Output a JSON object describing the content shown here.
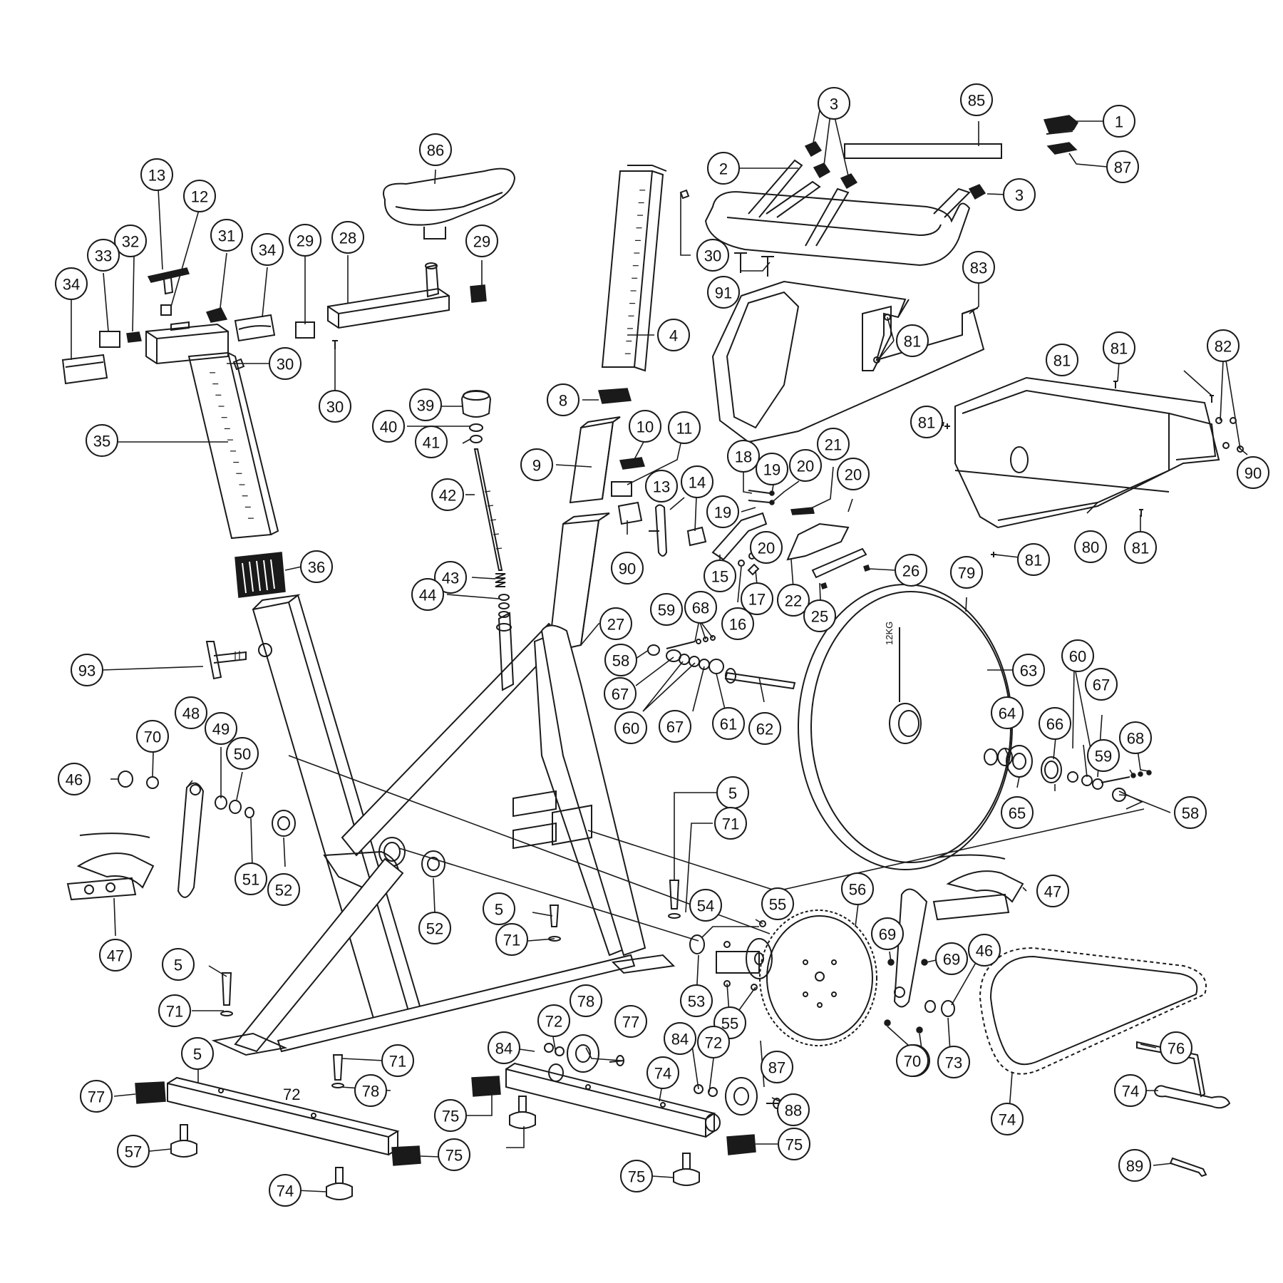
{
  "labels": [
    {
      "n": "1"
    },
    {
      "n": "2"
    },
    {
      "n": "3"
    },
    {
      "n": "3"
    },
    {
      "n": "85"
    },
    {
      "n": "87"
    },
    {
      "n": "13"
    },
    {
      "n": "12"
    },
    {
      "n": "86"
    },
    {
      "n": "32"
    },
    {
      "n": "33"
    },
    {
      "n": "31"
    },
    {
      "n": "34"
    },
    {
      "n": "29"
    },
    {
      "n": "28"
    },
    {
      "n": "29"
    },
    {
      "n": "34"
    },
    {
      "n": "30"
    },
    {
      "n": "30"
    },
    {
      "n": "35"
    },
    {
      "n": "30"
    },
    {
      "n": "91"
    },
    {
      "n": "83"
    },
    {
      "n": "4"
    },
    {
      "n": "81"
    },
    {
      "n": "81"
    },
    {
      "n": "81"
    },
    {
      "n": "82"
    },
    {
      "n": "81"
    },
    {
      "n": "90"
    },
    {
      "n": "80"
    },
    {
      "n": "81"
    },
    {
      "n": "81"
    },
    {
      "n": "39"
    },
    {
      "n": "8"
    },
    {
      "n": "40"
    },
    {
      "n": "41"
    },
    {
      "n": "10"
    },
    {
      "n": "11"
    },
    {
      "n": "9"
    },
    {
      "n": "42"
    },
    {
      "n": "13"
    },
    {
      "n": "14"
    },
    {
      "n": "18"
    },
    {
      "n": "19"
    },
    {
      "n": "20"
    },
    {
      "n": "21"
    },
    {
      "n": "20"
    },
    {
      "n": "19"
    },
    {
      "n": "36"
    },
    {
      "n": "90"
    },
    {
      "n": "15"
    },
    {
      "n": "20"
    },
    {
      "n": "43"
    },
    {
      "n": "44"
    },
    {
      "n": "16"
    },
    {
      "n": "17"
    },
    {
      "n": "22"
    },
    {
      "n": "26"
    },
    {
      "n": "25"
    },
    {
      "n": "79"
    },
    {
      "n": "59"
    },
    {
      "n": "68"
    },
    {
      "n": "27"
    },
    {
      "n": "58"
    },
    {
      "n": "93"
    },
    {
      "n": "67"
    },
    {
      "n": "60"
    },
    {
      "n": "67"
    },
    {
      "n": "61"
    },
    {
      "n": "62"
    },
    {
      "n": "63"
    },
    {
      "n": "60"
    },
    {
      "n": "67"
    },
    {
      "n": "48"
    },
    {
      "n": "70"
    },
    {
      "n": "49"
    },
    {
      "n": "50"
    },
    {
      "n": "46"
    },
    {
      "n": "64"
    },
    {
      "n": "66"
    },
    {
      "n": "68"
    },
    {
      "n": "59"
    },
    {
      "n": "65"
    },
    {
      "n": "58"
    },
    {
      "n": "5"
    },
    {
      "n": "71"
    },
    {
      "n": "51"
    },
    {
      "n": "52"
    },
    {
      "n": "52"
    },
    {
      "n": "56"
    },
    {
      "n": "47"
    },
    {
      "n": "47"
    },
    {
      "n": "54"
    },
    {
      "n": "55"
    },
    {
      "n": "5"
    },
    {
      "n": "71"
    },
    {
      "n": "69"
    },
    {
      "n": "69"
    },
    {
      "n": "46"
    },
    {
      "n": "5"
    },
    {
      "n": "53"
    },
    {
      "n": "71"
    },
    {
      "n": "55"
    },
    {
      "n": "72"
    },
    {
      "n": "78"
    },
    {
      "n": "77"
    },
    {
      "n": "84"
    },
    {
      "n": "84"
    },
    {
      "n": "72"
    },
    {
      "n": "69"
    },
    {
      "n": "70"
    },
    {
      "n": "73"
    },
    {
      "n": "5"
    },
    {
      "n": "71"
    },
    {
      "n": "78"
    },
    {
      "n": "87"
    },
    {
      "n": "76"
    },
    {
      "n": "74"
    },
    {
      "n": "77"
    },
    {
      "n": "88"
    },
    {
      "n": "74"
    },
    {
      "n": "75"
    },
    {
      "n": "75"
    },
    {
      "n": "57"
    },
    {
      "n": "74"
    },
    {
      "n": "74"
    },
    {
      "n": "75"
    },
    {
      "n": "75"
    },
    {
      "n": "89"
    }
  ],
  "plain_label": "72",
  "flywheel_marking": "12KG",
  "colors": {
    "line": "#1a1a1a",
    "background": "#ffffff"
  }
}
